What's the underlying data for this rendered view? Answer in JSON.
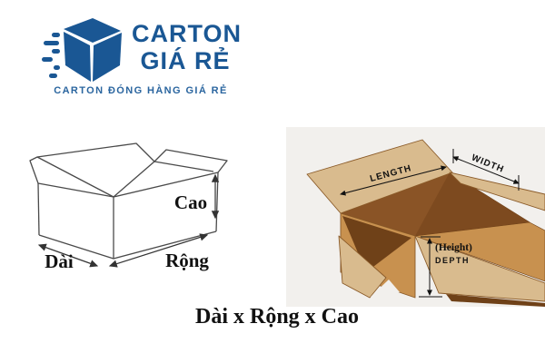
{
  "logo": {
    "title_line1": "CARTON",
    "title_line2": "GIÁ RẺ",
    "tagline": "CARTON ĐÓNG HÀNG GIÁ RẺ"
  },
  "left_diagram": {
    "labels": {
      "height": "Cao",
      "length": "Dài",
      "width": "Rộng"
    }
  },
  "right_diagram": {
    "labels": {
      "length": "LENGTH",
      "width": "WIDTH",
      "height": "(Height)",
      "depth": "DEPTH"
    }
  },
  "caption": "Dài x Rộng x Cao",
  "colors": {
    "brand_blue": "#1a5794",
    "tagline_blue": "#2a659f",
    "diagram_line": "#4a4a4a",
    "label_ink": "#111111",
    "carton_tan": "#d9bb8e",
    "carton_medium": "#c8914f",
    "carton_dark": "#8a5426",
    "carton_deep": "#7d4a1f",
    "carton_shadow": "#6f4118",
    "panel_bg": "#f2f0ed"
  }
}
